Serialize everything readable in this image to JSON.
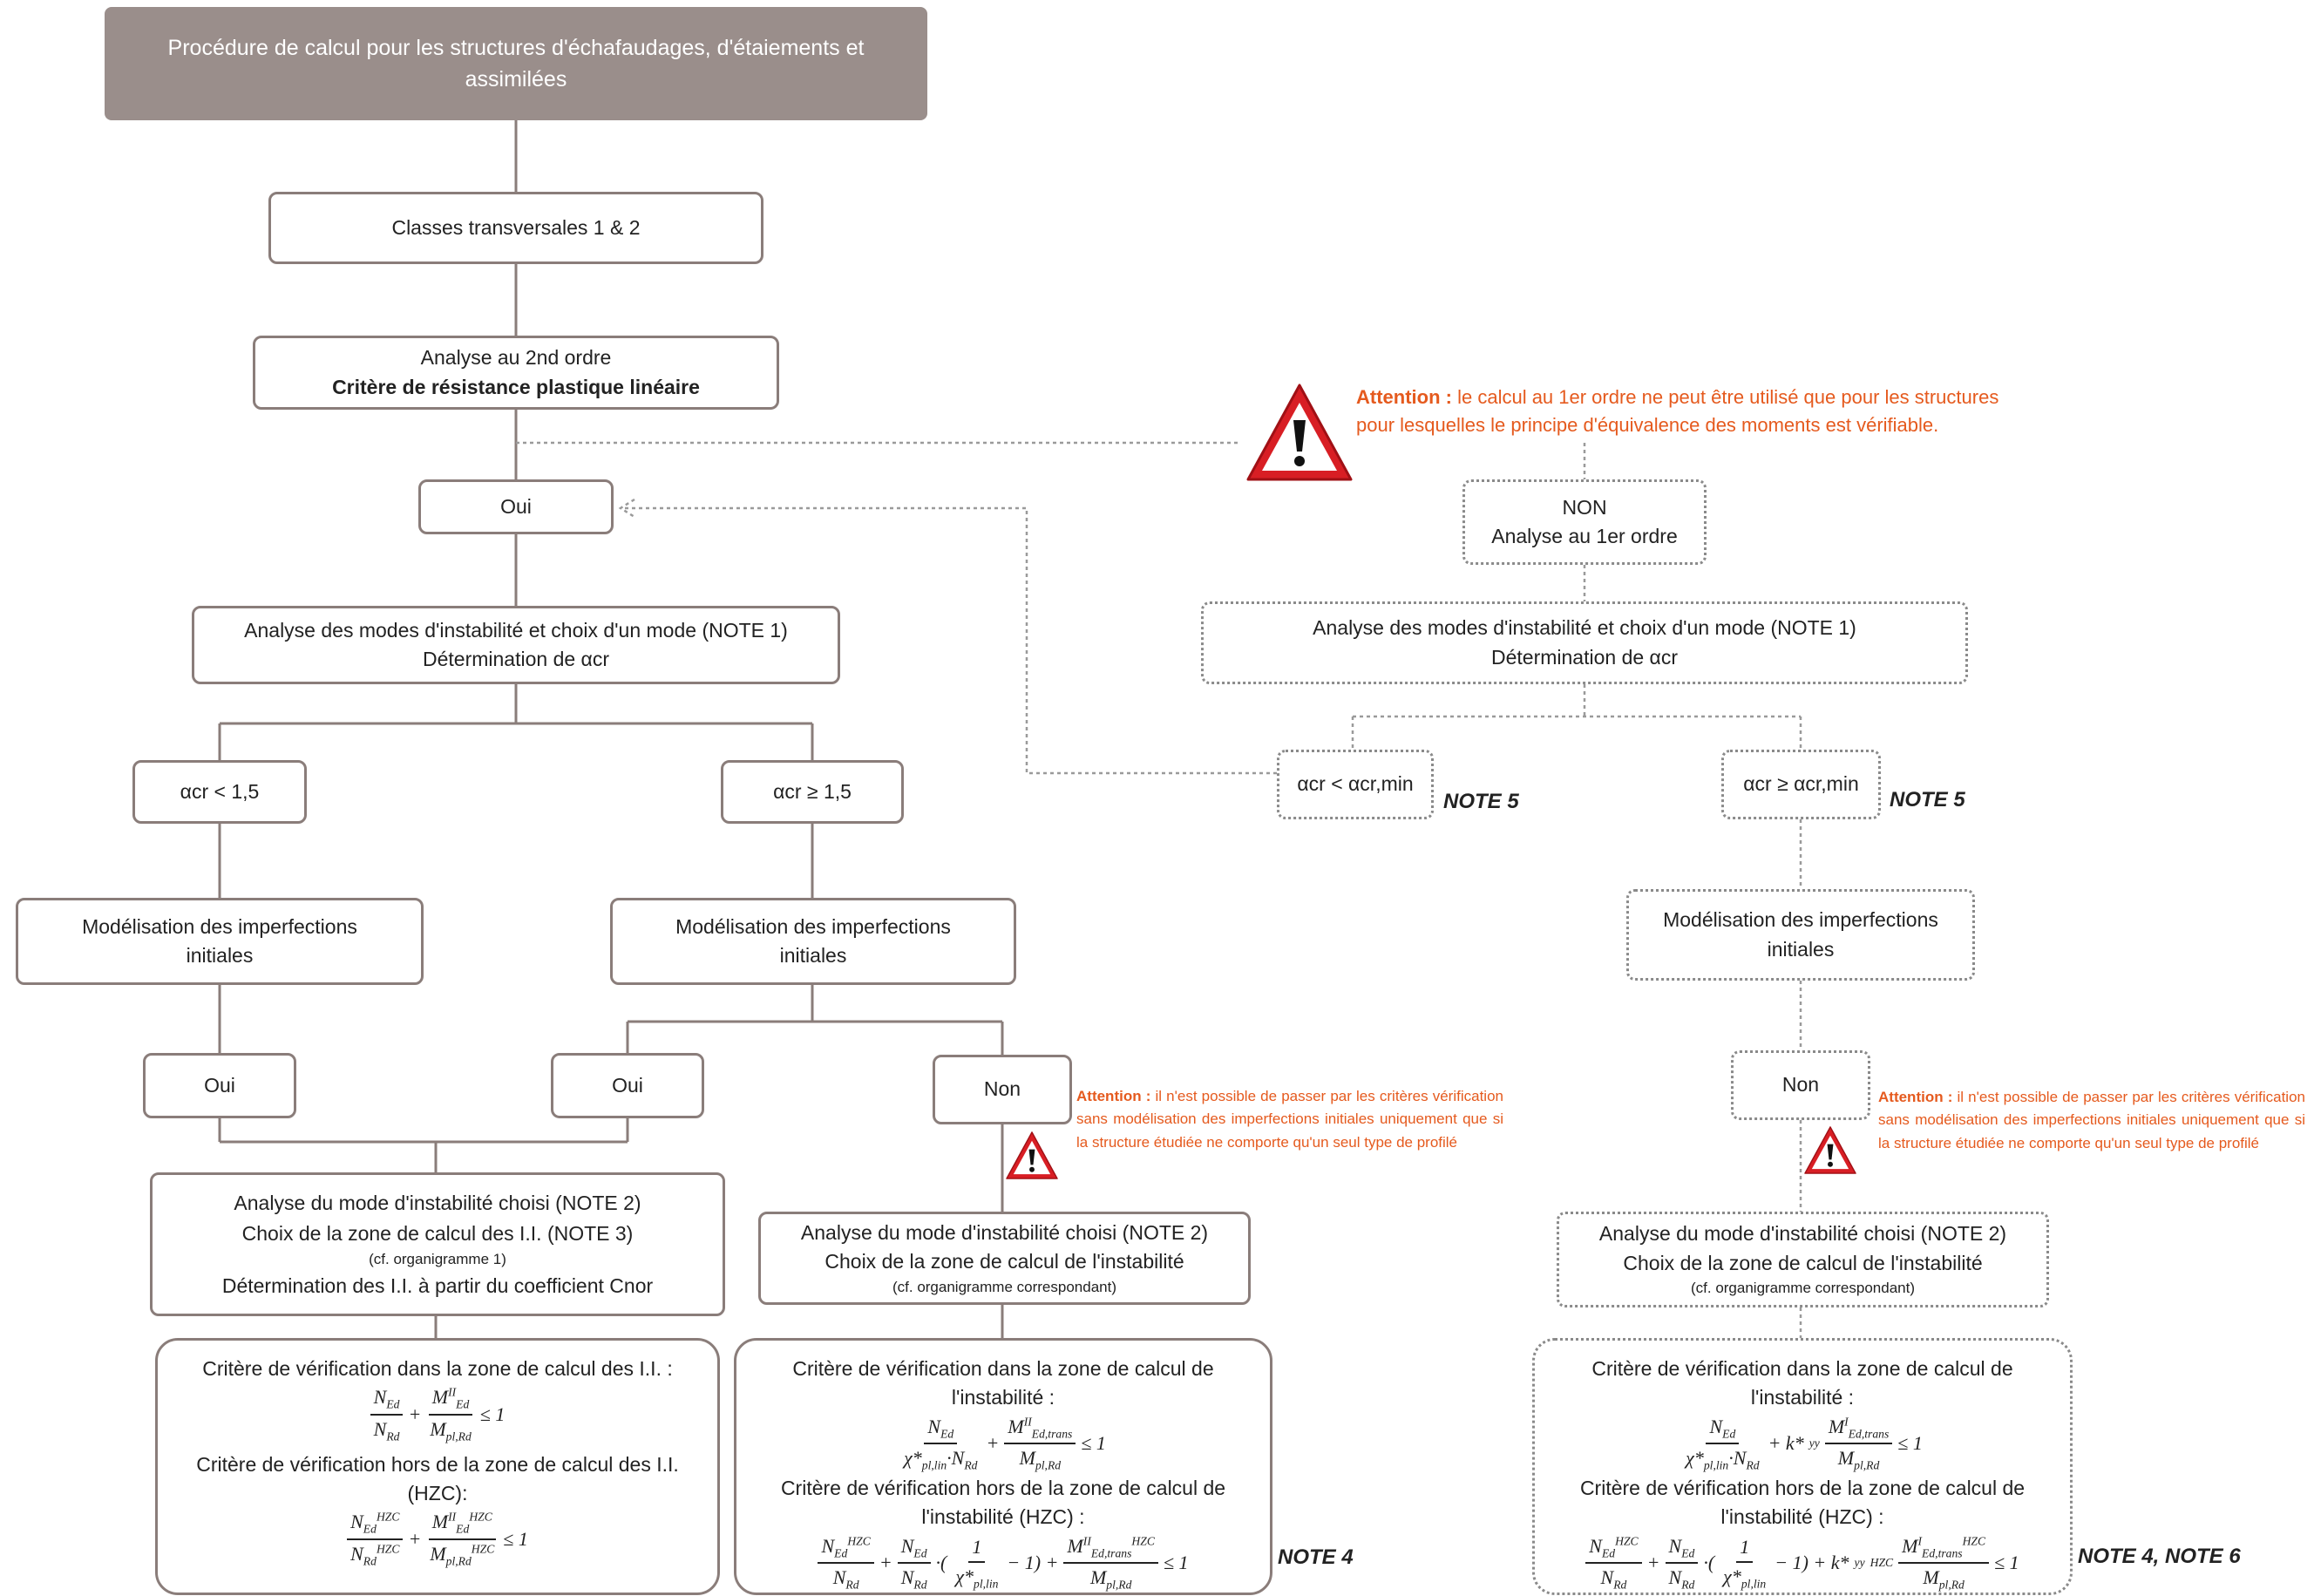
{
  "title": "Procédure de calcul pour les structures d'échafaudages, d'étaiements et assimilées",
  "boxes": {
    "classes": "Classes transversales 1 & 2",
    "analyse2_l1": "Analyse au 2nd ordre",
    "analyse2_l2": "Critère de résistance plastique linéaire",
    "oui_top": "Oui",
    "non_top_l1": "NON",
    "non_top_l2": "Analyse au 1er ordre",
    "modes_l1": "Analyse des modes d'instabilité et choix d'un mode (NOTE 1)",
    "modes_l2": "Détermination de αcr",
    "alpha_lt": "αcr < 1,5",
    "alpha_ge": "αcr ≥ 1,5",
    "alpha_min_lt": "αcr < αcr,min",
    "alpha_min_ge": "αcr ≥ αcr,min",
    "imperf": "Modélisation des imperfections initiales",
    "oui": "Oui",
    "non": "Non",
    "choisi_a_l1": "Analyse du mode d'instabilité choisi (NOTE 2)",
    "choisi_a_l2": "Choix de la zone de calcul des I.I. (NOTE 3)",
    "choisi_a_l3": "(cf. organigramme 1)",
    "choisi_a_l4": "Détermination des I.I. à partir du coefficient Cnor",
    "choisi_b_l1": "Analyse du mode d'instabilité choisi (NOTE 2)",
    "choisi_b_l2": "Choix de la zone de calcul de l'instabilité",
    "choisi_b_l3": "(cf. organigramme correspondant)",
    "crit_a_l1": "Critère de vérification dans la zone de calcul des I.I. :",
    "crit_a_l2": "Critère de vérification hors de la zone de calcul des I.I. (HZC):",
    "crit_b_l1": "Critère de vérification dans la zone de calcul de l'instabilité :",
    "crit_b_l2": "Critère de vérification hors de la zone de calcul de l'instabilité (HZC) :"
  },
  "notes": {
    "note5": "NOTE 5",
    "note4": "NOTE 4",
    "note46": "NOTE 4, NOTE 6"
  },
  "warnings": {
    "main_label": "Attention :",
    "main_text_1": "le calcul au 1er ordre ne peut être utilisé que pour les structures",
    "main_text_2": "pour lesquelles le principe d'équivalence des moments est vérifiable.",
    "small_label": "Attention :",
    "small_text": "il n'est possible de passer par les critères vérification sans modélisation des imperfections initiales uniquement que si la structure étudiée ne comporte qu'un seul type de profilé"
  },
  "colors": {
    "title_bg": "#9a8e8b",
    "border": "#8a7d7a",
    "warning": "#e55a1e",
    "warning_icon": "#d81e24"
  },
  "icons": [
    "warning-icon"
  ]
}
